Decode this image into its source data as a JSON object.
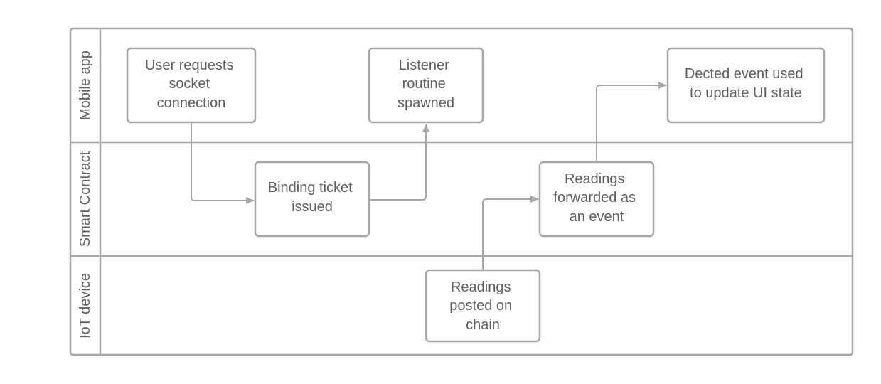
{
  "diagram": {
    "lanes": [
      {
        "id": "mobile",
        "label": "Mobile app"
      },
      {
        "id": "contract",
        "label": "Smart Contract"
      },
      {
        "id": "iot",
        "label": "IoT device"
      }
    ],
    "nodes": [
      {
        "id": "user-requests",
        "lines": [
          "User requests",
          "socket",
          "connection"
        ]
      },
      {
        "id": "listener",
        "lines": [
          "Listener",
          "routine",
          "spawned"
        ]
      },
      {
        "id": "dected-event",
        "lines": [
          "Dected event used",
          "to update UI state"
        ]
      },
      {
        "id": "binding-ticket",
        "lines": [
          "Binding ticket",
          "issued"
        ]
      },
      {
        "id": "readings-forwarded",
        "lines": [
          "Readings",
          "forwarded as",
          "an event"
        ]
      },
      {
        "id": "readings-posted",
        "lines": [
          "Readings",
          "posted on",
          "chain"
        ]
      }
    ],
    "edges": [
      {
        "from": "user-requests",
        "to": "binding-ticket"
      },
      {
        "from": "binding-ticket",
        "to": "listener"
      },
      {
        "from": "readings-posted",
        "to": "readings-forwarded"
      },
      {
        "from": "readings-forwarded",
        "to": "dected-event"
      }
    ],
    "colors": {
      "stroke": "#a6a6a6",
      "text": "#5f5f5f",
      "background": "#ffffff"
    }
  }
}
